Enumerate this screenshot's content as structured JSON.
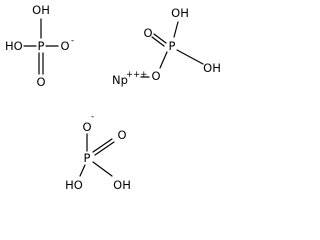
{
  "molecule": {
    "metal": {
      "symbol": "Np",
      "charge": "+++"
    },
    "labels": {
      "OH": "OH",
      "HO": "HO",
      "P": "P",
      "O": "O",
      "minus": "-"
    }
  }
}
